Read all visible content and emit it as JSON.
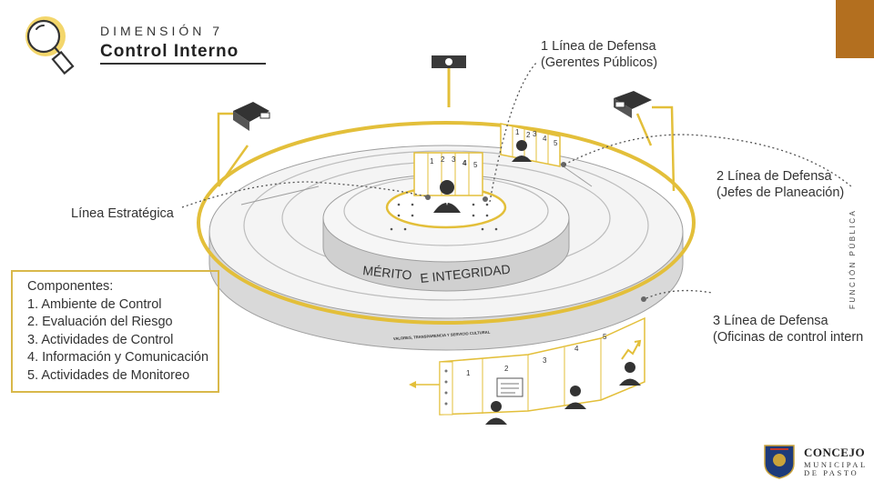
{
  "header": {
    "dimension_label": "DIMENSIÓN 7",
    "title": "Control Interno"
  },
  "annotations": {
    "line1": [
      "1 Línea de Defensa",
      "(Gerentes Públicos)"
    ],
    "line2": [
      "2 Línea de Defensa",
      "(Jefes de Planeación)"
    ],
    "line3": [
      "3 Línea de Defensa",
      "(Oficinas de control intern"
    ],
    "strategic": "Línea Estratégica"
  },
  "components": {
    "heading": "Componentes:",
    "items": [
      "1. Ambiente de Control",
      "2. Evaluación del Riesgo",
      "3. Actividades de Control",
      "4. Información y Comunicación",
      "5. Actividades de Monitoreo"
    ]
  },
  "ring_text": {
    "merito": "MÉRITO",
    "integridad": "E   INTEGRIDAD",
    "small": "VALORES, TRANSPARENCIA Y SERVICIO CULTURAL"
  },
  "panel_numbers": {
    "top_panel": [
      "1",
      "2",
      "3",
      "4",
      "5"
    ],
    "center_panel": [
      "1",
      "2",
      "3",
      "4",
      "5"
    ],
    "bottom_panel": [
      "1",
      "2",
      "3",
      "4",
      "5"
    ]
  },
  "side_vertical_text": "FUNCIÓN PÚBLICA",
  "logo": {
    "line1": "CONCEJO",
    "line2": "MUNICIPAL",
    "line3": "DE PASTO"
  },
  "colors": {
    "accent_yellow": "#e3bf3a",
    "corner_brown": "#b36f1f",
    "gray": "#bdbdbd"
  },
  "icons": [
    "magnifier-icon",
    "person-icon",
    "book-icon",
    "trend-chart-icon",
    "document-icon"
  ]
}
